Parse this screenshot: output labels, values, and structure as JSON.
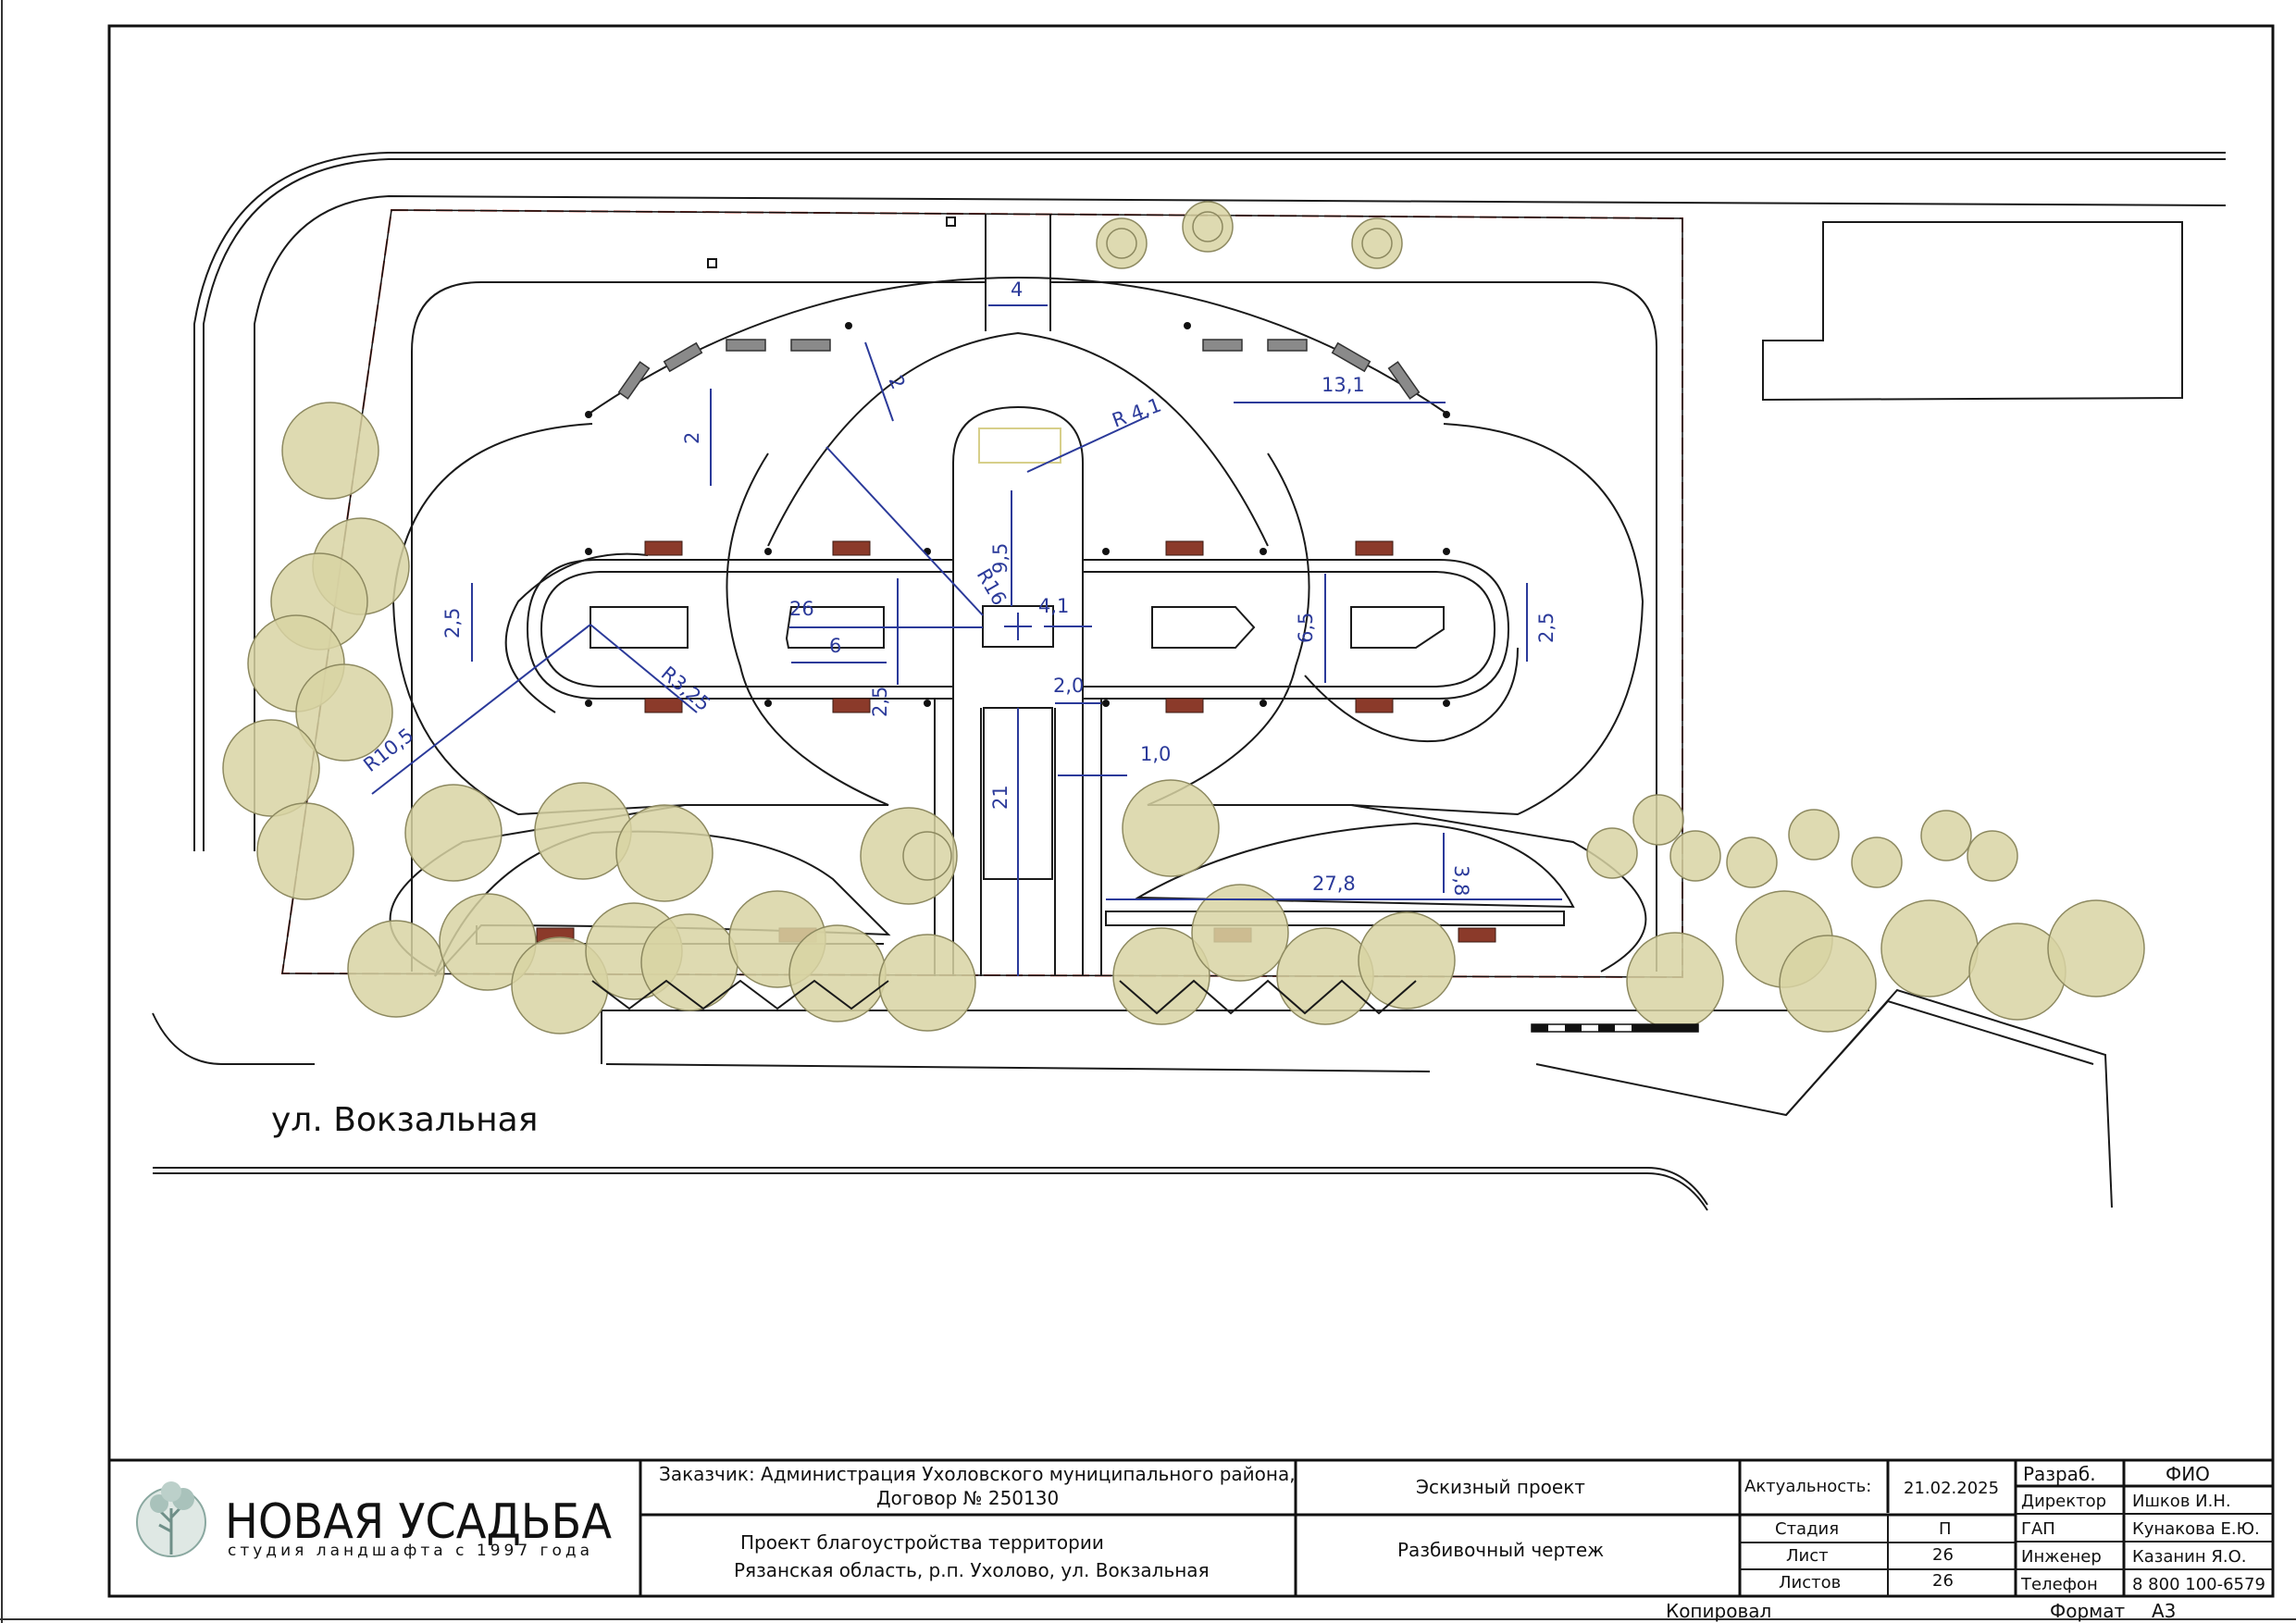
{
  "street_label": "ул. Вокзальная",
  "dimensions": {
    "d_4": "4",
    "d_2a": "2",
    "d_2b": "2",
    "d_13_1": "13,1",
    "r_4_1": "R 4,1",
    "d_9_5": "9,5",
    "r_16": "R16",
    "d_26": "26",
    "d_6": "6",
    "d_4_1": "4,1",
    "d_6_5": "6,5",
    "d_2_5_left": "2,5",
    "d_2_5_right": "2,5",
    "d_2_5_mid": "2,5",
    "r_3_25": "R3,25",
    "r_10_5": "R10,5",
    "d_2_0": "2,0",
    "d_1_0": "1,0",
    "d_21": "21",
    "d_3_8": "3,8",
    "d_27_8": "27,8"
  },
  "title_block": {
    "logo_main": "НОВАЯ УСАДЬБА",
    "logo_sub": "студия ландшафта с 1997 года",
    "customer_line1": "Заказчик: Администрация Ухоловского муниципального района,",
    "customer_line2": "Договор № 250130",
    "project_line1": "Проект благоустройства территории",
    "project_line2": "Рязанская область, р.п. Ухолово, ул. Вокзальная",
    "stage_title": "Эскизный проект",
    "sheet_title": "Разбивочный чертеж",
    "actuality_label": "Актуальность:",
    "actuality_value": "21.02.2025",
    "stage_label": "Стадия",
    "stage_value": "П",
    "sheet_label": "Лист",
    "sheet_value": "26",
    "sheets_label": "Листов",
    "sheets_value": "26",
    "dev_label": "Разраб.",
    "fio_label": "ФИО",
    "director_label": "Директор",
    "director_value": "Ишков И.Н.",
    "gap_label": "ГАП",
    "gap_value": "Кунакова Е.Ю.",
    "engineer_label": "Инженер",
    "engineer_value": "Казанин Я.О.",
    "phone_label": "Телефон",
    "phone_value": "8 800 100-6579",
    "copied_label": "Копировал",
    "format_label": "Формат",
    "format_value": "А3"
  },
  "colors": {
    "dimension": "#2b3a9a",
    "tree_fill": "#d8d3a3",
    "boundary": "#c0392b",
    "brick": "#8b3a2a"
  },
  "icons": {
    "logo": "tree-logo-icon"
  }
}
